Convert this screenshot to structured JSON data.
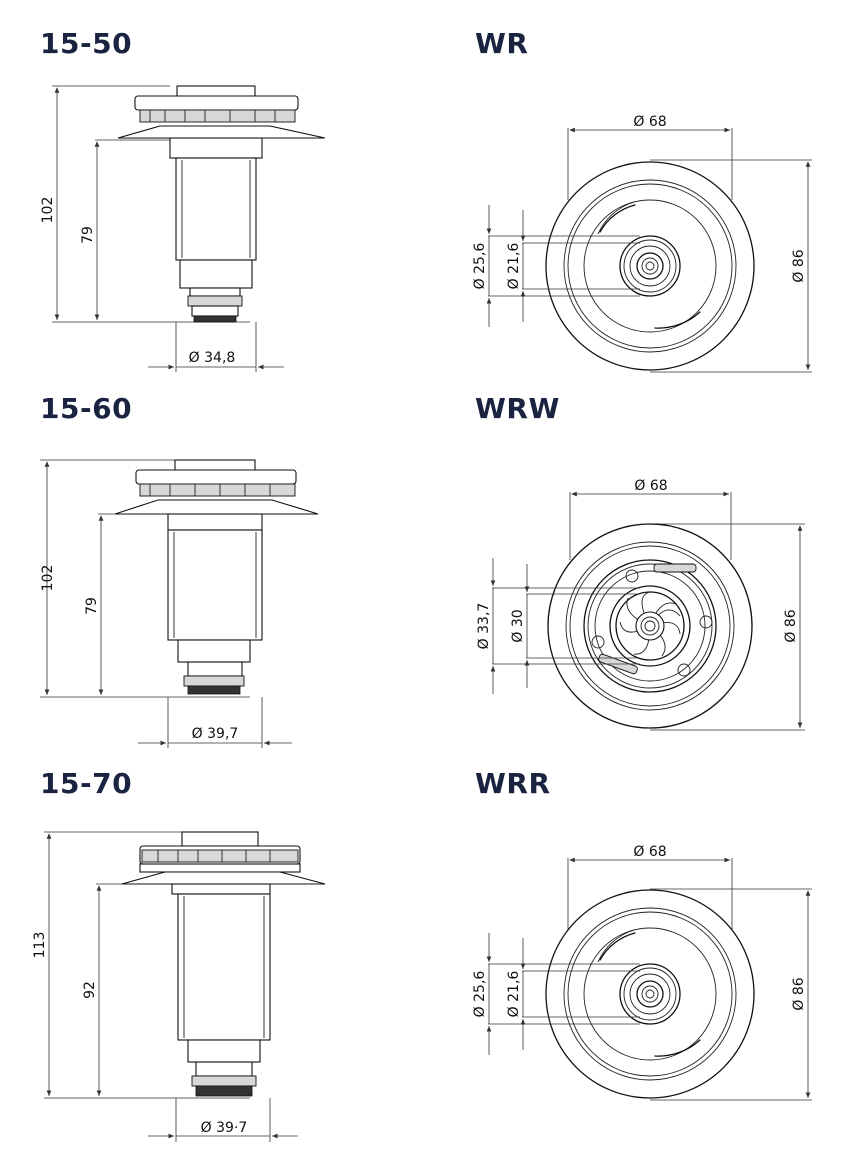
{
  "titles": {
    "t1550": "15-50",
    "tWR": "WR",
    "t1560": "15-60",
    "tWRW": "WRW",
    "t1570": "15-70",
    "tWRR": "WRR"
  },
  "dims": {
    "a_h_total": "102",
    "a_h_lower": "79",
    "a_diam": "Ø 34,8",
    "b_h_total": "102",
    "b_h_lower": "79",
    "b_diam": "Ø 39,7",
    "c_h_total": "113",
    "c_h_lower": "92",
    "c_diam": "Ø 39·7",
    "wr_top": "Ø 68",
    "wr_right": "Ø 86",
    "wr_left1": "Ø 25,6",
    "wr_left2": "Ø 21,6",
    "wrw_top": "Ø 68",
    "wrw_right": "Ø 86",
    "wrw_left1": "Ø 33,7",
    "wrw_left2": "Ø 30",
    "wrr_top": "Ø 68",
    "wrr_right": "Ø 86",
    "wrr_left1": "Ø 25,6",
    "wrr_left2": "Ø 21,6"
  },
  "colors": {
    "title": "#1a2440",
    "line": "#111111"
  }
}
